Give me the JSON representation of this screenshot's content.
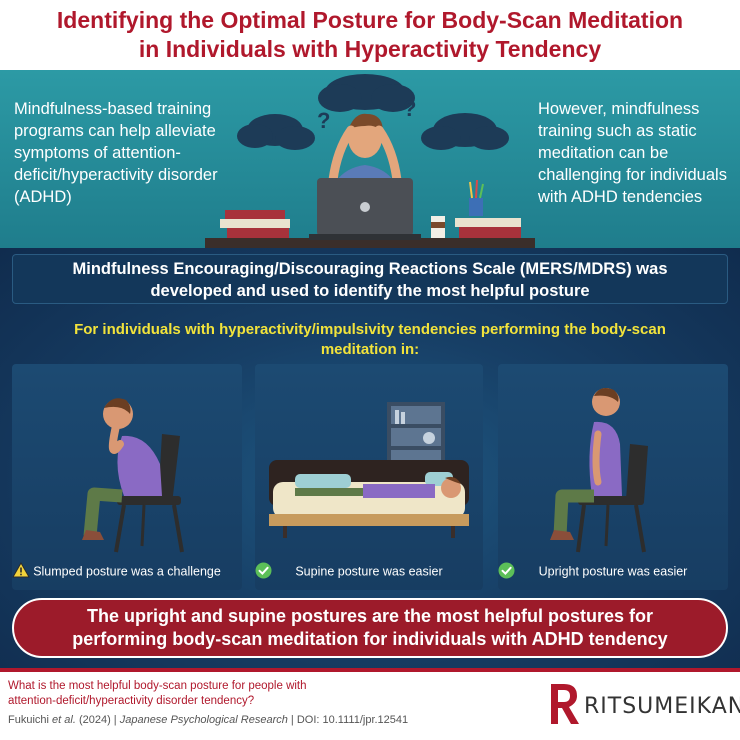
{
  "title": {
    "line1": "Identifying the Optimal Posture for Body-Scan Meditation",
    "line2": "in Individuals with Hyperactivity Tendency"
  },
  "intro": {
    "left": "Mindfulness-based training programs can help alleviate symptoms of attention-deficit/hyperactivity disorder (ADHD)",
    "right": "However, mindfulness training such as static meditation can be challenging for individuals with ADHD tendencies",
    "question_mark": "?"
  },
  "scale": {
    "line1": "Mindfulness Encouraging/Discouraging Reactions Scale (MERS/MDRS) was",
    "line2": "developed and used to identify the most helpful posture"
  },
  "subhead": {
    "line1": "For individuals with hyperactivity/impulsivity tendencies performing the body-scan",
    "line2": "meditation in:"
  },
  "postures": [
    {
      "caption": "Slumped posture was a challenge",
      "icon": "warning-icon"
    },
    {
      "caption": "Supine posture was easier",
      "icon": "check-icon"
    },
    {
      "caption": "Upright posture was easier",
      "icon": "check-icon"
    }
  ],
  "conclusion": {
    "line1": "The upright and supine postures are the most helpful postures for",
    "line2": "performing body-scan meditation for individuals with ADHD tendency"
  },
  "footer": {
    "question_line1": "What is the most helpful body-scan posture for people with",
    "question_line2": "attention-deficit/hyperactivity disorder tendency?",
    "authors": "Fukuichi ",
    "et_al": "et al.",
    "year": " (2024) | ",
    "journal": "Japanese Psychological Research",
    "doi": " | DOI: 10.1111/jpr.12541",
    "logo_text": "RITSUMEIKAN"
  },
  "colors": {
    "brand_red": "#b0182c",
    "teal": "#2c9aa5",
    "navy": "#102c4e",
    "yellow": "#f2e33b",
    "green_check": "#5cbf58"
  }
}
